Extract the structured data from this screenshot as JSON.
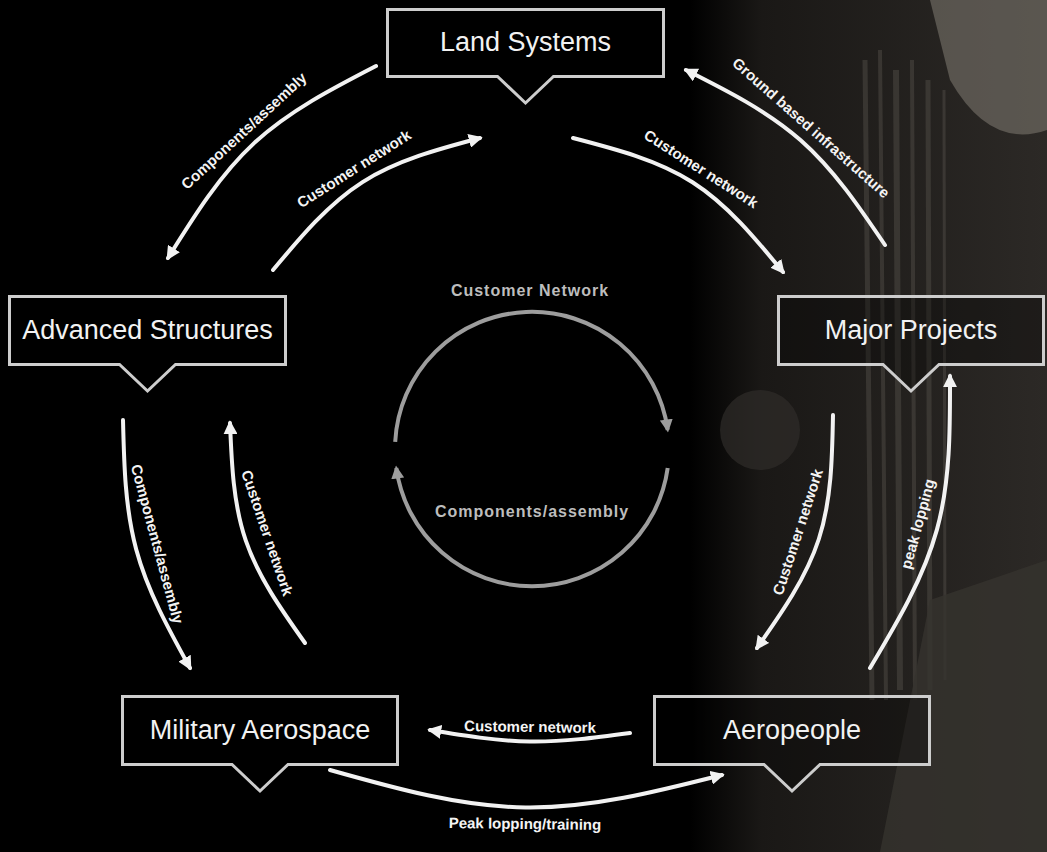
{
  "diagram": {
    "nodes": [
      {
        "text": [
          "Land Systems"
        ]
      },
      {
        "text": [
          "Advanced Structures"
        ]
      },
      {
        "text": [
          "Major Projects"
        ]
      },
      {
        "text": [
          "Military Aerospace"
        ]
      },
      {
        "text": [
          "Aeropeople"
        ]
      }
    ],
    "edges": [
      {
        "from": 0,
        "to": 1,
        "arrow": "to",
        "label": "Components/assembly"
      },
      {
        "from": 1,
        "to": 0,
        "arrow": "to",
        "label": "Customer network"
      },
      {
        "from": 0,
        "to": 2,
        "arrow": "to",
        "label": "Customer network"
      },
      {
        "from": 2,
        "to": 0,
        "arrow": "to",
        "label": "Ground based infrastructure"
      },
      {
        "from": 1,
        "to": 3,
        "arrow": "to",
        "label": "Components/assembly"
      },
      {
        "from": 3,
        "to": 1,
        "arrow": "to",
        "label": "Customer network"
      },
      {
        "from": 2,
        "to": 4,
        "arrow": "to",
        "label": "Customer network"
      },
      {
        "from": 4,
        "to": 2,
        "arrow": "to",
        "label": "peak lopping"
      },
      {
        "from": 4,
        "to": 3,
        "arrow": "to",
        "label": "Customer network"
      },
      {
        "from": 3,
        "to": 4,
        "arrow": "to",
        "label": "Peak lopping/training"
      }
    ],
    "labels": [
      "Customer Network",
      "Components/assembly"
    ]
  }
}
